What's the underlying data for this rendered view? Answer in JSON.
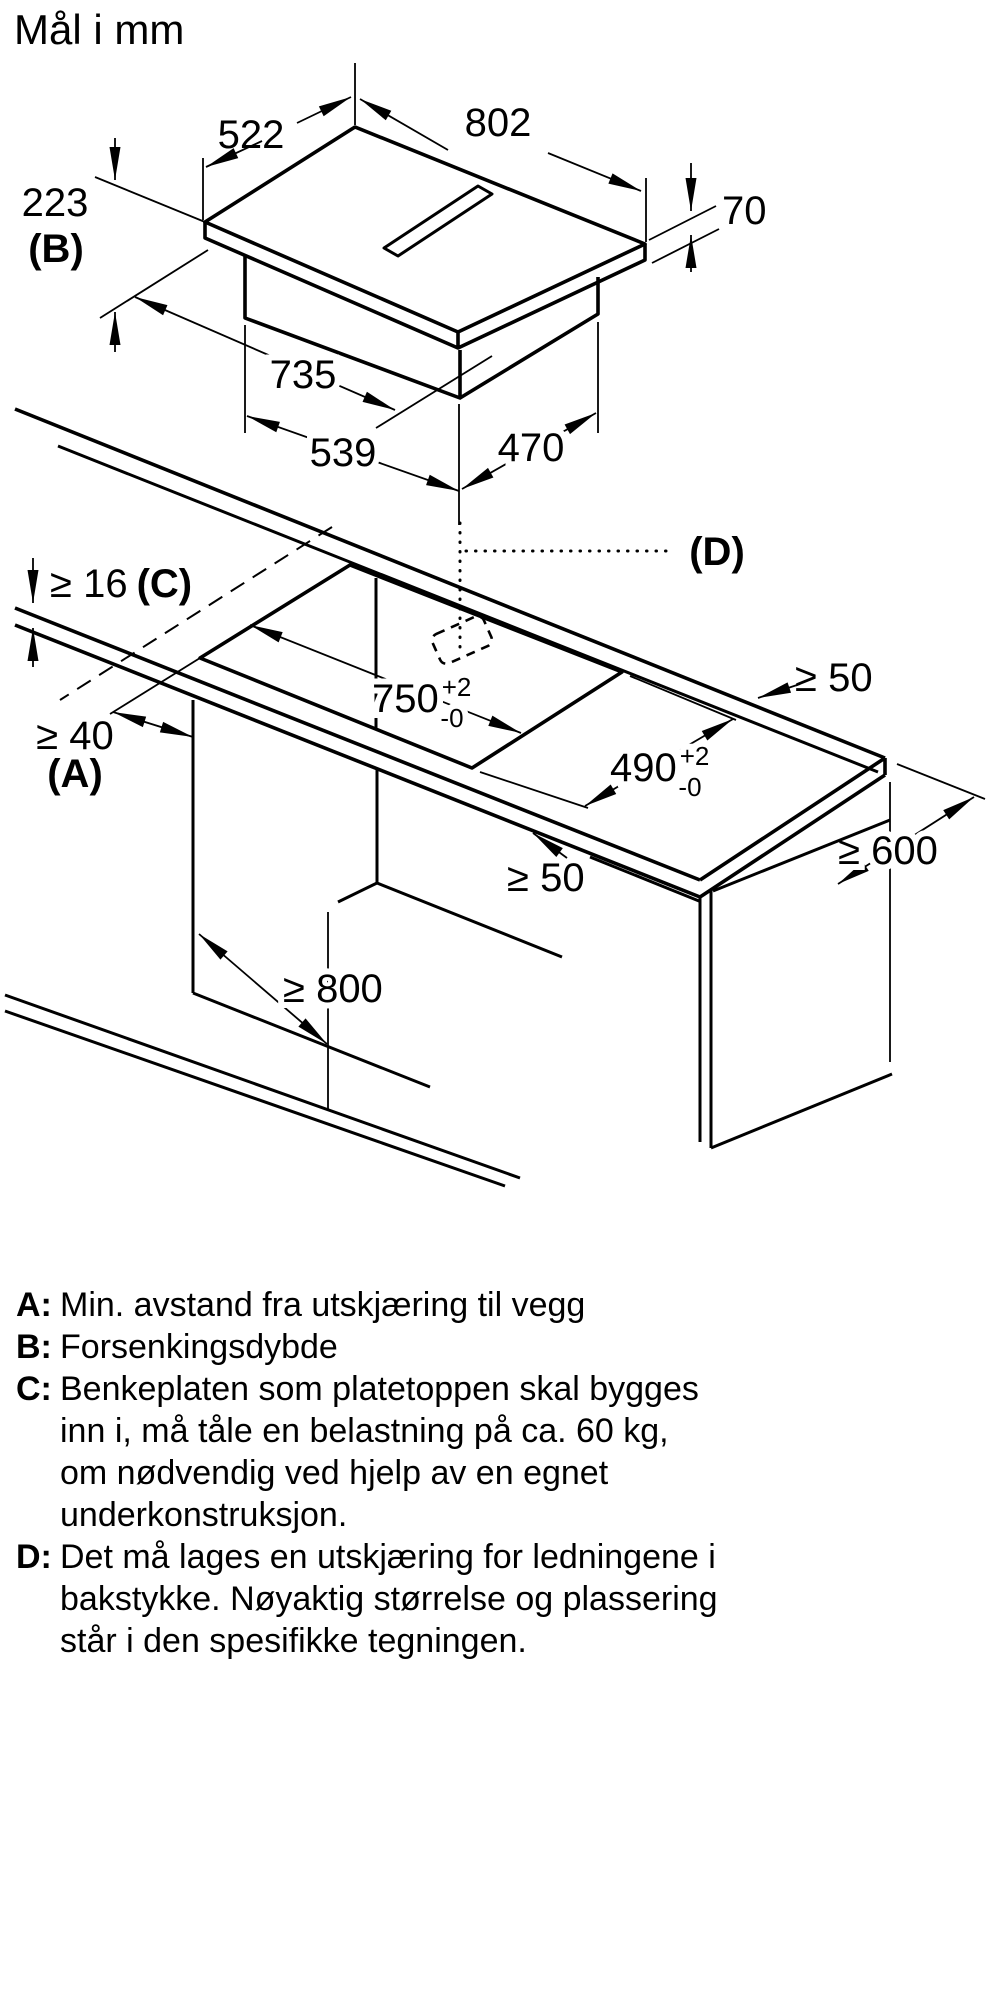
{
  "title": "Mål i mm",
  "colors": {
    "line": "#000000",
    "background": "#ffffff"
  },
  "hob_diagram": {
    "width": "802",
    "depth": "522",
    "height": "70",
    "recess_depth": "223",
    "recess_key": "(B)",
    "duct_length": "735",
    "duct_offset": "539",
    "duct_depth": "470"
  },
  "worktop_diagram": {
    "thickness_min": "≥ 16",
    "thickness_key": "(C)",
    "wall_distance_min": "≥ 40",
    "wall_distance_key": "(A)",
    "cable_cutout_key": "(D)",
    "cutout_width": "750",
    "cutout_width_tol_plus": "+2",
    "cutout_width_tol_minus": "-0",
    "cutout_depth": "490",
    "cutout_depth_tol_plus": "+2",
    "cutout_depth_tol_minus": "-0",
    "rear_clearance_min": "≥ 50",
    "front_clearance_min": "≥ 50",
    "worktop_depth_min": "≥ 600",
    "niche_width_min": "≥ 800"
  },
  "legend": [
    {
      "key": "A:",
      "text": "Min. avstand fra utskjæring til vegg"
    },
    {
      "key": "B:",
      "text": "Forsenkingsdybde"
    },
    {
      "key": "C:",
      "text": "Benkeplaten som platetoppen skal bygges inn i, må tåle en belastning på ca. 60 kg, om nødvendig ved hjelp av en egnet underkonstruksjon."
    },
    {
      "key": "D:",
      "text": "Det må lages en utskjæring for ledningene i bakstykke. Nøyaktig størrelse og plassering står i den spesifikke tegningen."
    }
  ]
}
